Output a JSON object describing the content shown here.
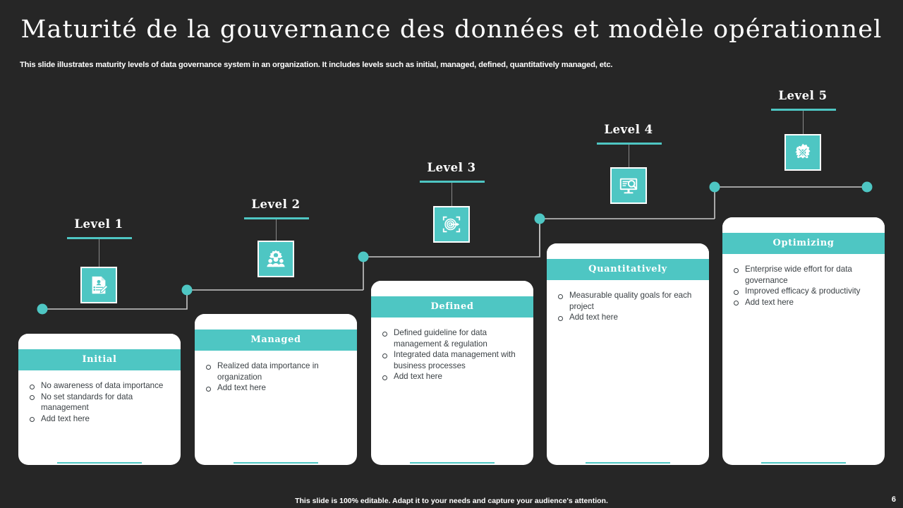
{
  "slide": {
    "title": "Maturité de la gouvernance des données et modèle opérationnel",
    "subtitle": "This slide illustrates maturity levels of data governance system in an organization. It includes levels such as initial, managed, defined, quantitatively managed, etc.",
    "footer_note": "This slide is 100% editable. Adapt it to your needs and capture your audience's attention.",
    "page_number": "6"
  },
  "colors": {
    "background": "#262626",
    "accent_teal": "#4EC6C3",
    "card_bg": "#FFFFFF",
    "body_text": "#3B4145",
    "connector_line": "#C8C8C8"
  },
  "steps": [
    {
      "level_label": "Level 1",
      "icon": "document-pen-icon",
      "card_title": "Initial",
      "bullets": [
        "No awareness of data importance",
        "No set standards for data management",
        "Add text here"
      ]
    },
    {
      "level_label": "Level 2",
      "icon": "people-gear-icon",
      "card_title": "Managed",
      "bullets": [
        "Realized data importance in organization",
        "Add text here"
      ]
    },
    {
      "level_label": "Level 3",
      "icon": "target-arrow-focus-icon",
      "card_title": "Defined",
      "bullets": [
        "Defined guideline for data management & regulation",
        "Integrated data management with business processes",
        "Add text here"
      ]
    },
    {
      "level_label": "Level 4",
      "icon": "monitor-magnifier-icon",
      "card_title": "Quantitatively",
      "bullets": [
        "Measurable quality goals for each project",
        "Add text here"
      ]
    },
    {
      "level_label": "Level 5",
      "icon": "gear-tools-icon",
      "card_title": "Optimizing",
      "bullets": [
        "Enterprise wide effort for data governance",
        "Improved efficacy & productivity",
        "Add text here"
      ]
    }
  ]
}
